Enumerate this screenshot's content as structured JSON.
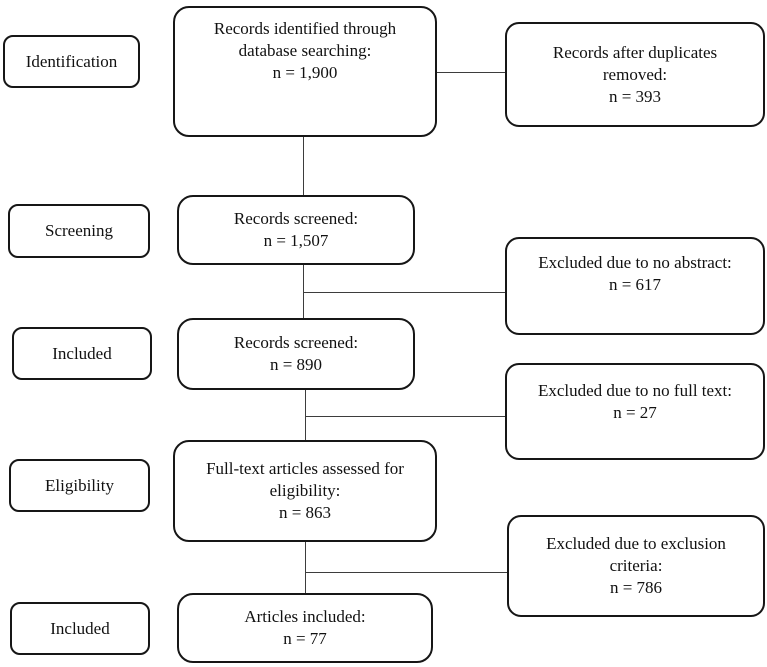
{
  "colors": {
    "background": "#ffffff",
    "box_border": "#161616",
    "text": "#111111",
    "connector": "#3d3d3d"
  },
  "stages": [
    {
      "label": "Identification"
    },
    {
      "label": "Screening"
    },
    {
      "label": "Included"
    },
    {
      "label": "Eligibility"
    },
    {
      "label": "Included"
    }
  ],
  "main_boxes": [
    {
      "text": "Records identified through database searching:",
      "count": "n = 1,900"
    },
    {
      "text": "Records screened:",
      "count": "n = 1,507"
    },
    {
      "text": "Records screened:",
      "count": "n = 890"
    },
    {
      "text": "Full-text articles assessed for eligibility:",
      "count": "n = 863"
    },
    {
      "text": "Articles included:",
      "count": "n = 77"
    }
  ],
  "side_boxes": [
    {
      "text": "Records after duplicates removed:",
      "count": "n = 393"
    },
    {
      "text": "Excluded due to no abstract:",
      "count": "n = 617"
    },
    {
      "text": "Excluded due to no full text:",
      "count": "n = 27"
    },
    {
      "text": "Excluded due to exclusion criteria:",
      "count": "n = 786"
    }
  ]
}
